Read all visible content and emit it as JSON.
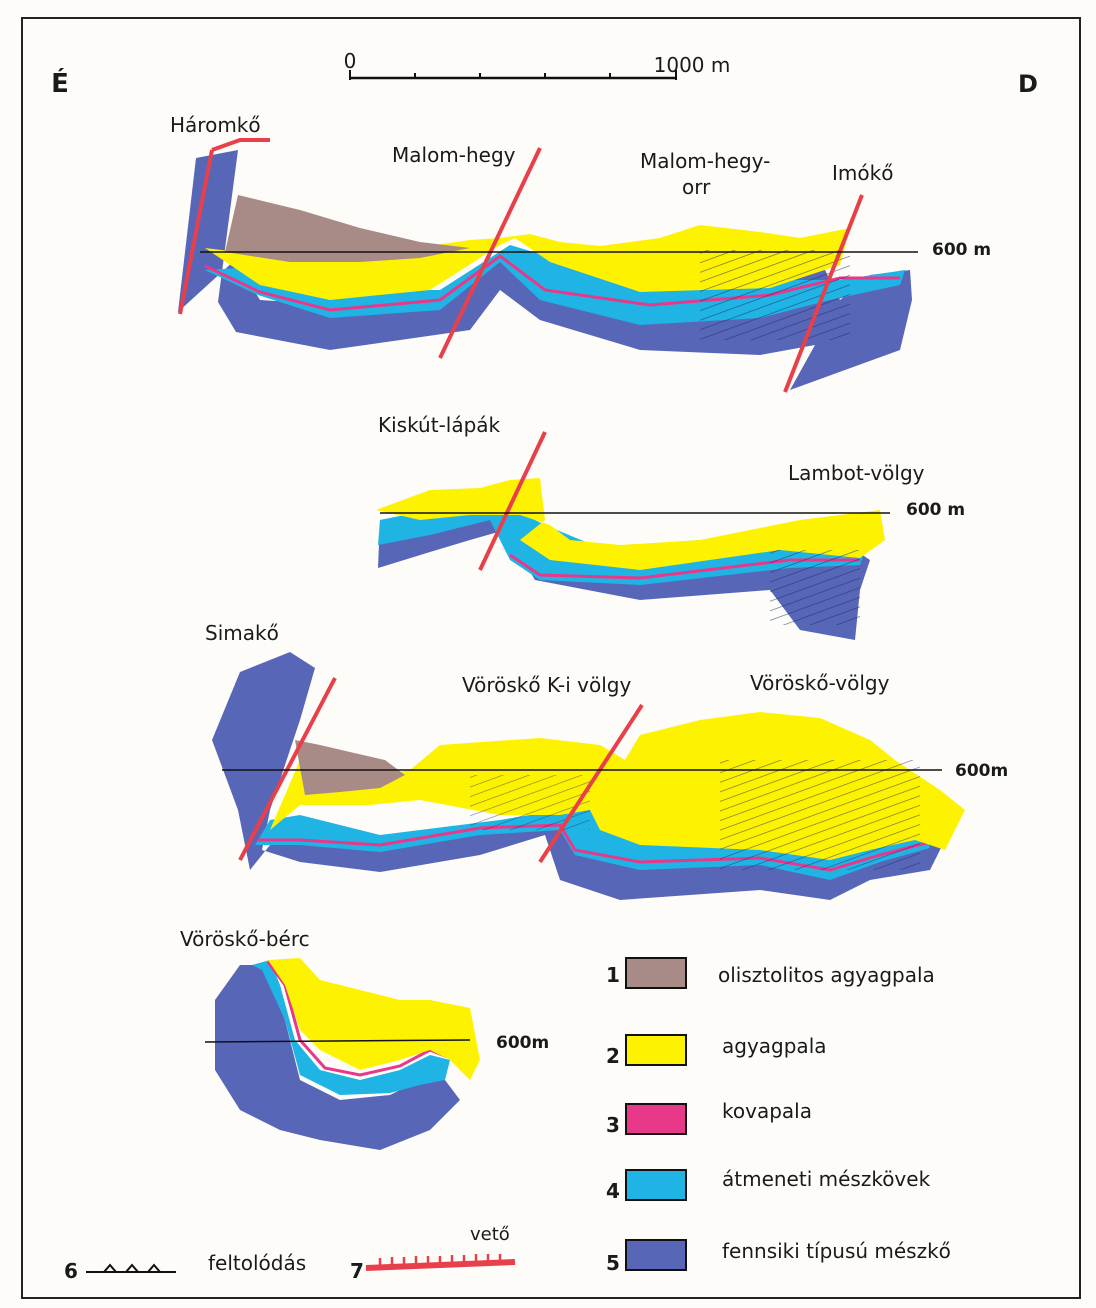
{
  "orientation": {
    "north": "É",
    "south": "D"
  },
  "scale": {
    "start": "0",
    "end": "1000 m"
  },
  "sections": [
    {
      "id": "s1",
      "labels": [
        "Háromkő",
        "Malom-hegy",
        "Malom-hegy-",
        "orr",
        "Imókő"
      ],
      "elevation": "600 m"
    },
    {
      "id": "s2",
      "labels": [
        "Kiskút-lápák",
        "Lambot-völgy"
      ],
      "elevation": "600 m"
    },
    {
      "id": "s3",
      "labels": [
        "Simakő",
        "Vöröskő K-i völgy",
        "Vöröskő-völgy"
      ],
      "elevation": "600m"
    },
    {
      "id": "s4",
      "labels": [
        "Vöröskő-bérc"
      ],
      "elevation": "600m"
    }
  ],
  "legend": {
    "items": [
      {
        "num": "1",
        "label": "olisztolitos agyagpala",
        "color": "#a88a86"
      },
      {
        "num": "2",
        "label": "agyagpala",
        "color": "#fdf200"
      },
      {
        "num": "3",
        "label": "kovapala",
        "color": "#e8388a"
      },
      {
        "num": "4",
        "label": "átmeneti mészkövek",
        "color": "#20b4e4"
      },
      {
        "num": "5",
        "label": "fennsiki típusú mészkő",
        "color": "#5866b8"
      }
    ],
    "thrust": {
      "num": "6",
      "label": "feltolódás"
    },
    "fault": {
      "num": "7",
      "label": "vető"
    }
  },
  "colors": {
    "olistolith": "#a88a86",
    "shale": "#fdf200",
    "chert": "#e8388a",
    "transitional_limestone": "#20b4e4",
    "plateau_limestone": "#5866b8",
    "fault": "#e8404a"
  }
}
